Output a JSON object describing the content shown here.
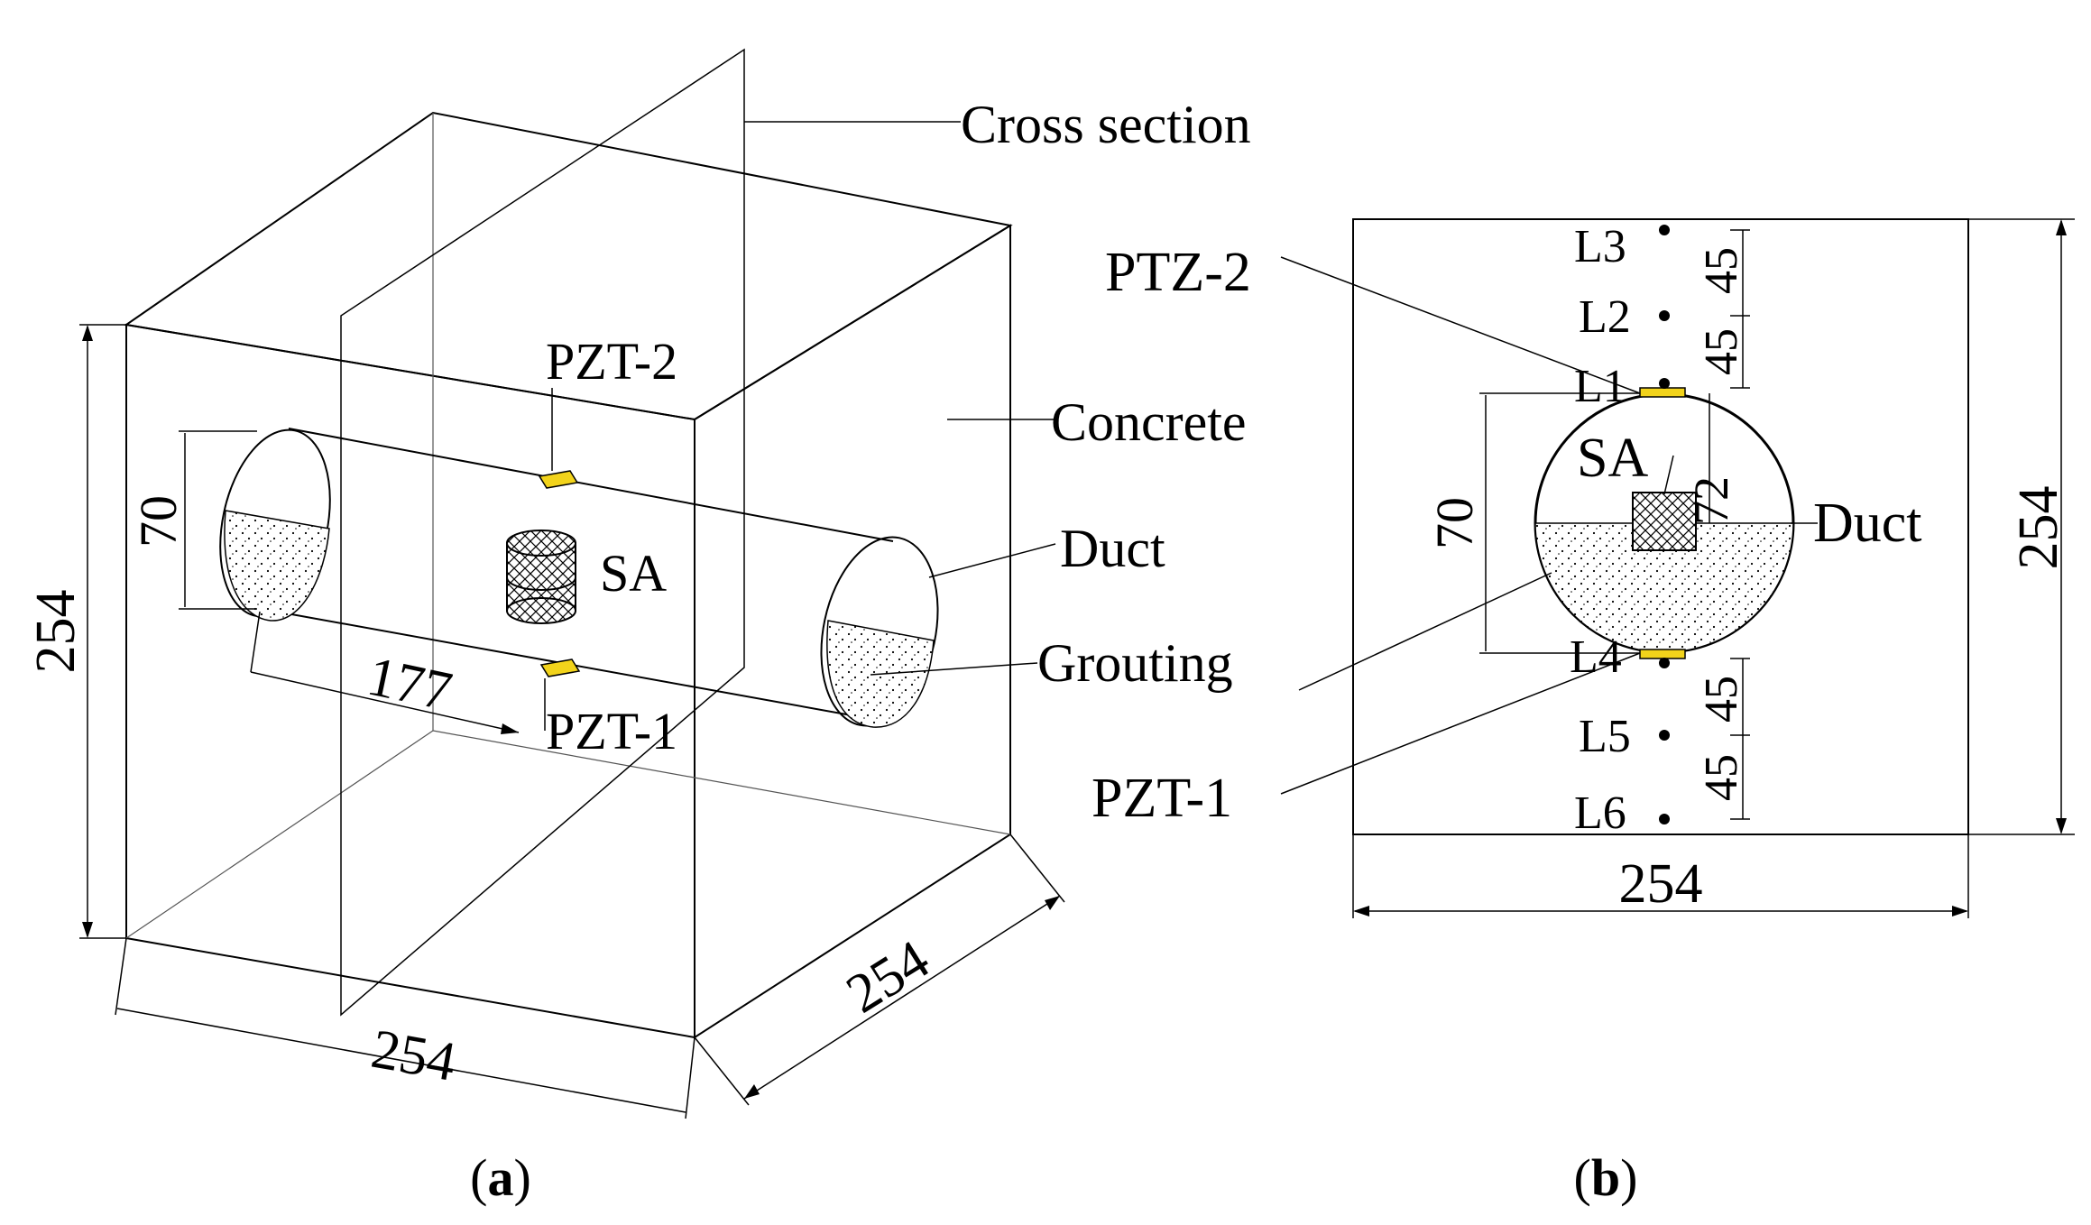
{
  "labels": {
    "cross_section": "Cross section",
    "concrete": "Concrete",
    "duct_a": "Duct",
    "grouting": "Grouting",
    "sa_a": "SA",
    "pzt2_a": "PZT-2",
    "pzt1_a": "PZT-1",
    "sa_b": "SA",
    "duct_b": "Duct",
    "ptz2_b": "PTZ-2",
    "pzt1_b": "PZT-1",
    "l1": "L1",
    "l2": "L2",
    "l3": "L3",
    "l4": "L4",
    "l5": "L5",
    "l6": "L6"
  },
  "dimensions": {
    "a_height": "254",
    "a_width": "254",
    "a_depth": "254",
    "a_duct": "70",
    "a_offset": "177",
    "b_height": "254",
    "b_width": "254",
    "b_duct": "70",
    "b_center": "72",
    "b_45_1": "45",
    "b_45_2": "45",
    "b_45_3": "45",
    "b_45_4": "45"
  },
  "captions": {
    "a_open": "(",
    "a_letter": "a",
    "a_close": ")",
    "b_open": "(",
    "b_letter": "b",
    "b_close": ")"
  },
  "colors": {
    "pzt": "#f2d31b",
    "line": "#000000"
  }
}
